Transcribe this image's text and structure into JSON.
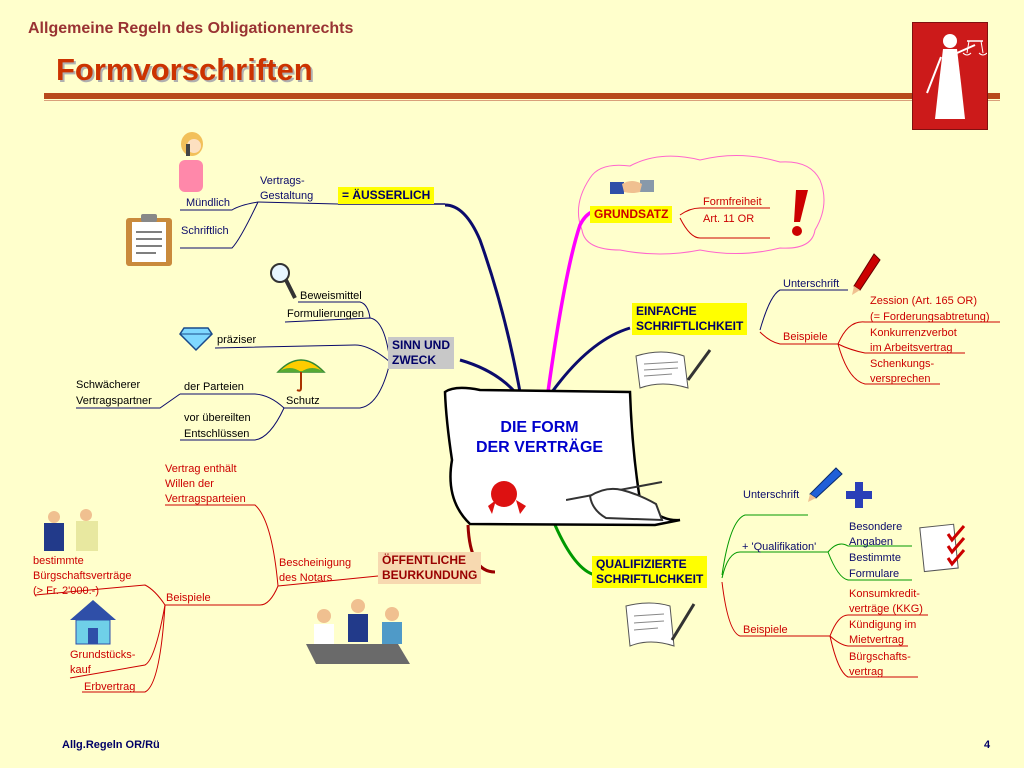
{
  "header": {
    "subtitle": "Allgemeine Regeln des Obligationenrechts",
    "title": "Formvorschriften"
  },
  "center": {
    "line1": "DIE FORM",
    "line2": "DER VERTRÄGE"
  },
  "branches": {
    "aeusserlich": {
      "label": "= ÄUSSERLICH",
      "sub": "Vertrags-",
      "sub2": "Gestaltung",
      "items": [
        "Mündlich",
        "Schriftlich"
      ]
    },
    "sinn": {
      "label1": "SINN UND",
      "label2": "ZWECK",
      "beweismittel": "Beweismittel",
      "formulierungen": "Formulierungen",
      "praeziser": "präziser",
      "schutz": "Schutz",
      "parteien": "der Parteien",
      "schwaecher1": "Schwächerer",
      "schwaecher2": "Vertragspartner",
      "uebereilt1": "vor übereilten",
      "uebereilt2": "Entschlüssen"
    },
    "oeffentlich": {
      "label1": "ÖFFENTLICHE",
      "label2": "BEURKUNDUNG",
      "wille1": "Vertrag enthält",
      "wille2": "Willen der",
      "wille3": "Vertragsparteien",
      "besch1": "Bescheinigung",
      "besch2": "des Notars",
      "beispiele": "Beispiele",
      "bb1": "bestimmte",
      "bb2": "Bürgschaftsverträge",
      "bb3": "(> Fr. 2'000.-)",
      "gk1": "Grundstücks-",
      "gk2": "kauf",
      "erb": "Erbvertrag"
    },
    "grundsatz": {
      "label": "GRUNDSATZ",
      "formfreiheit": "Formfreiheit",
      "art": "Art. 11 OR"
    },
    "einfach": {
      "label1": "EINFACHE",
      "label2": "SCHRIFTLICHKEIT",
      "unterschrift": "Unterschrift",
      "beispiele": "Beispiele",
      "z1": "Zession (Art. 165 OR)",
      "z2": "(= Forderungsabtretung)",
      "k1": "Konkurrenzverbot",
      "k2": "im Arbeitsvertrag",
      "s1": "Schenkungs-",
      "s2": "versprechen"
    },
    "qualifiziert": {
      "label1": "QUALIFIZIERTE",
      "label2": "SCHRIFTLICHKEIT",
      "unterschrift": "Unterschrift",
      "qual": "+ 'Qualifikation'",
      "ba1": "Besondere",
      "ba2": "Angaben",
      "bf1": "Bestimmte",
      "bf2": "Formulare",
      "beispiele": "Beispiele",
      "kk1": "Konsumkredit-",
      "kk2": "verträge (KKG)",
      "km1": "Kündigung im",
      "km2": "Mietvertrag",
      "bv1": "Bürgschafts-",
      "bv2": "vertrag"
    }
  },
  "footer": {
    "left": "Allg.Regeln OR/Rü",
    "page": "4"
  },
  "icons": [
    "justitia-icon",
    "woman-phone-icon",
    "clipboard-icon",
    "magnifier-icon",
    "diamond-icon",
    "umbrella-icon",
    "businessmen-icon",
    "house-icon",
    "meeting-icon",
    "handshake-icon",
    "exclamation-icon",
    "pencil-icon",
    "contract-icon",
    "plus-icon",
    "checklist-icon",
    "seal-icon",
    "hand-pen-icon"
  ],
  "colors": {
    "background": "#ffffcc",
    "title": "#cc3300",
    "subtitle": "#993333",
    "navy": "#000066",
    "red": "#cc0000",
    "grundsatz_line": "#ff00ff",
    "qualifiziert_line": "#009900",
    "oeffentlich_line": "#990000"
  }
}
